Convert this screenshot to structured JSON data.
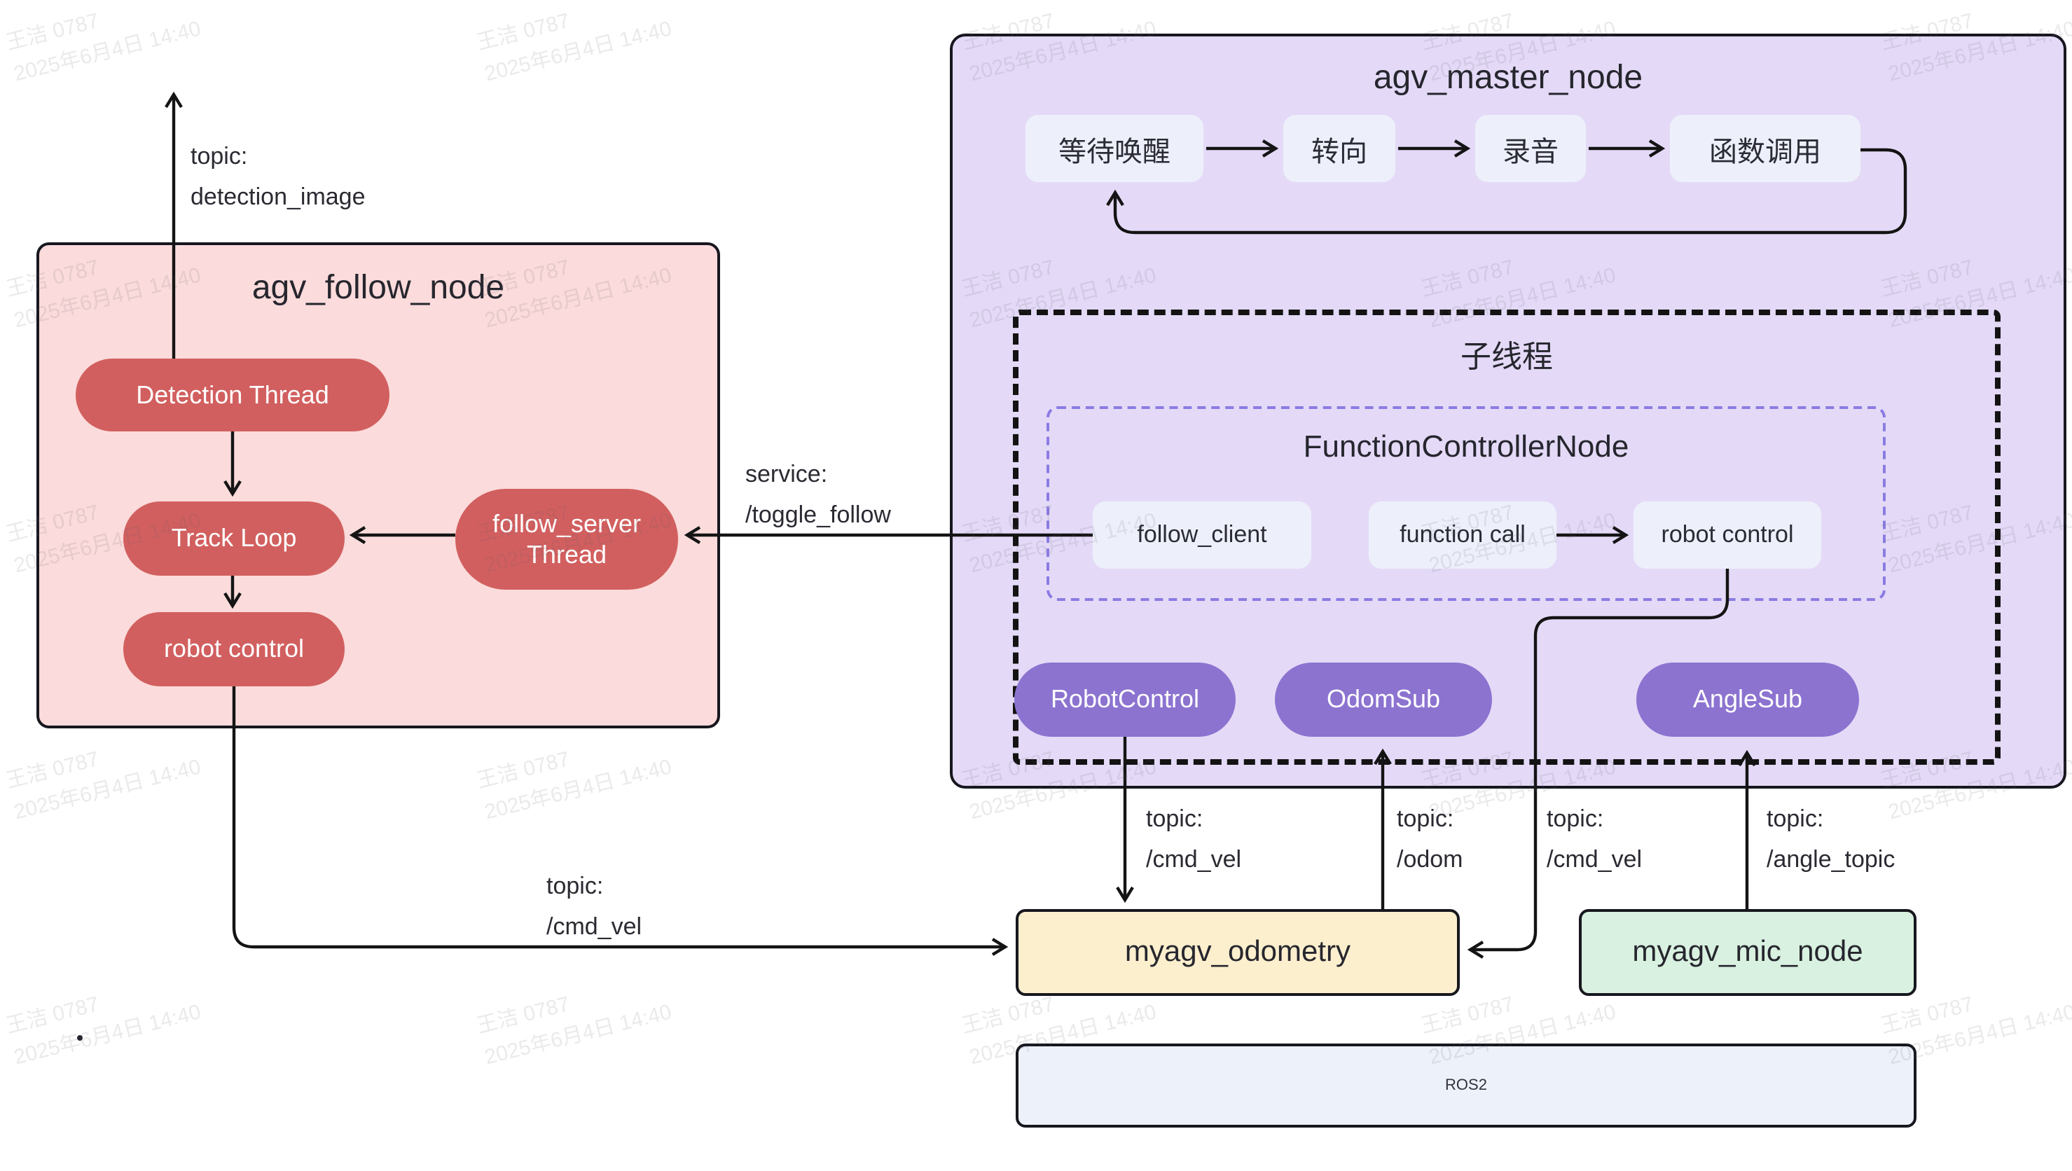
{
  "diagram_title": "ROS2 AGV node architecture",
  "watermark": {
    "line1": "王洁 0787",
    "line2": "2025年6月4日 14:40"
  },
  "follow_node": {
    "title": "agv_follow_node",
    "detection_thread": "Detection Thread",
    "track_loop": "Track Loop",
    "robot_control": "robot control",
    "follow_server_line1": "follow_server",
    "follow_server_line2": "Thread"
  },
  "master_node": {
    "title": "agv_master_node",
    "flow": [
      "等待唤醒",
      "转向",
      "录音",
      "函数调用"
    ],
    "subthread": {
      "title": "子线程",
      "function_controller": {
        "title": "FunctionControllerNode",
        "boxes": [
          "follow_client",
          "function call",
          "robot control"
        ]
      },
      "pills": [
        "RobotControl",
        "OdomSub",
        "AngleSub"
      ]
    }
  },
  "bottom_nodes": {
    "odometry": "myagv_odometry",
    "mic": "myagv_mic_node",
    "ros": "ROS2"
  },
  "labels": {
    "detection": {
      "l1": "topic:",
      "l2": "detection_image"
    },
    "service": {
      "l1": "service:",
      "l2": "/toggle_follow"
    },
    "cmd_vel_left": {
      "l1": "topic:",
      "l2": "/cmd_vel"
    },
    "cmd_vel_robotcontrol": {
      "l1": "topic:",
      "l2": "/cmd_vel"
    },
    "odom": {
      "l1": "topic:",
      "l2": "/odom"
    },
    "cmd_vel_mid": {
      "l1": "topic:",
      "l2": "/cmd_vel"
    },
    "angle_topic": {
      "l1": "topic:",
      "l2": "/angle_topic"
    }
  },
  "colors": {
    "follow_fill": "#fbdbdb",
    "red_pill": "#d25f5f",
    "master_fill": "#e4daf7",
    "lite_box": "#edf0fa",
    "purple_pill": "#8c73d0",
    "purple_dash": "#8a7ce2",
    "odometry_fill": "#fcefcd",
    "mic_fill": "#d9f1e0",
    "ros_fill": "#edf1fa",
    "line": "#141414"
  }
}
